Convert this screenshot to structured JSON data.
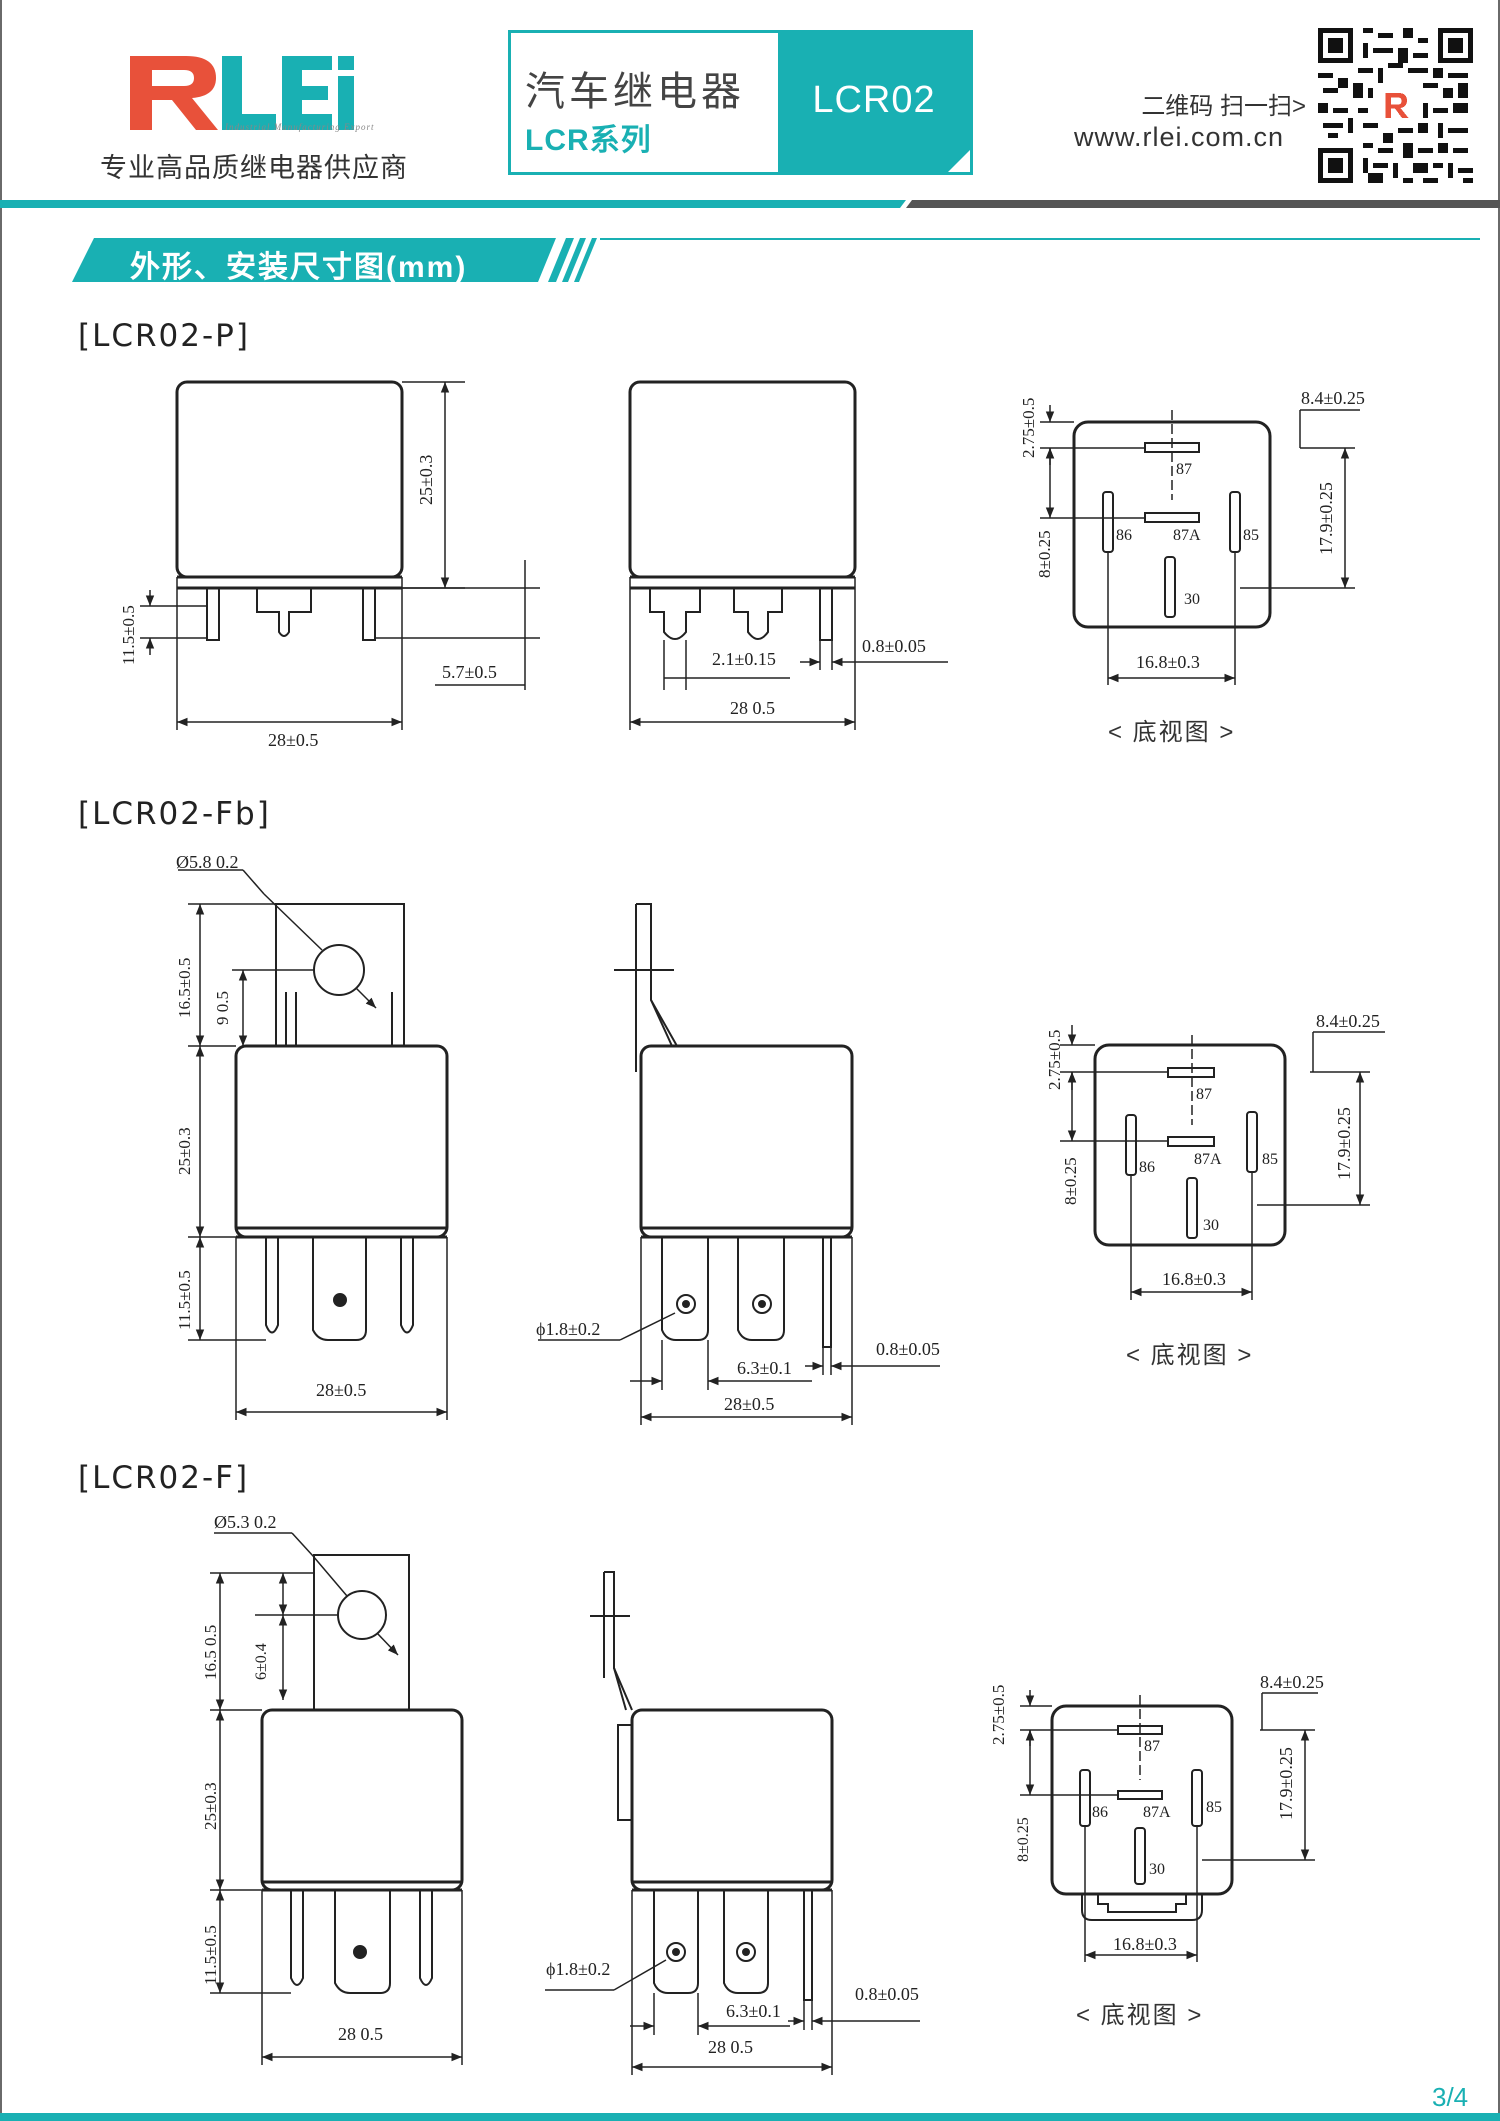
{
  "header": {
    "logo_text": "RLEI",
    "logo_subtext": "Industrial Manufacturing Export",
    "tagline": "专业高品质继电器供应商",
    "product_title": "汽车继电器",
    "series": "LCR系列",
    "model": "LCR02",
    "scan_text": "二维码 扫一扫>",
    "website": "www.rlei.com.cn"
  },
  "section": {
    "title": "外形、安装尺寸图(mm)"
  },
  "variants": [
    {
      "label": "[LCR02-P]"
    },
    {
      "label": "[LCR02-Fb]"
    },
    {
      "label": "[LCR02-F]"
    }
  ],
  "bottom_view_label": "< 底视图 >",
  "pins": {
    "p87": "87",
    "p87a": "87A",
    "p86": "86",
    "p85": "85",
    "p30": "30"
  },
  "dims": {
    "w28_05": "28±0.5",
    "w28_05b": "28 0.5",
    "h25_03": "25±0.3",
    "h11_5": "11.5±0.5",
    "d5_7": "5.7±0.5",
    "d2_1": "2.1±0.15",
    "d0_8": "0.8±0.05",
    "d2_75": "2.75±0.5",
    "d8_4": "8.4±0.25",
    "d17_9": "17.9±0.25",
    "d8": "8±0.25",
    "d16_8": "16.8±0.3",
    "phi5_8": "Ø5.8 0.2",
    "d16_5": "16.5±0.5",
    "d9": "9 0.5",
    "phi1_8": "ϕ1.8±0.2",
    "d6_3": "6.3±0.1",
    "phi5_3": "Ø5.3 0.2",
    "d16_5b": "16.5 0.5",
    "d6": "6±0.4"
  },
  "page": {
    "number": "3/4"
  },
  "colors": {
    "accent": "#19b0b3",
    "logo_red": "#e8513a",
    "line": "#222222"
  }
}
